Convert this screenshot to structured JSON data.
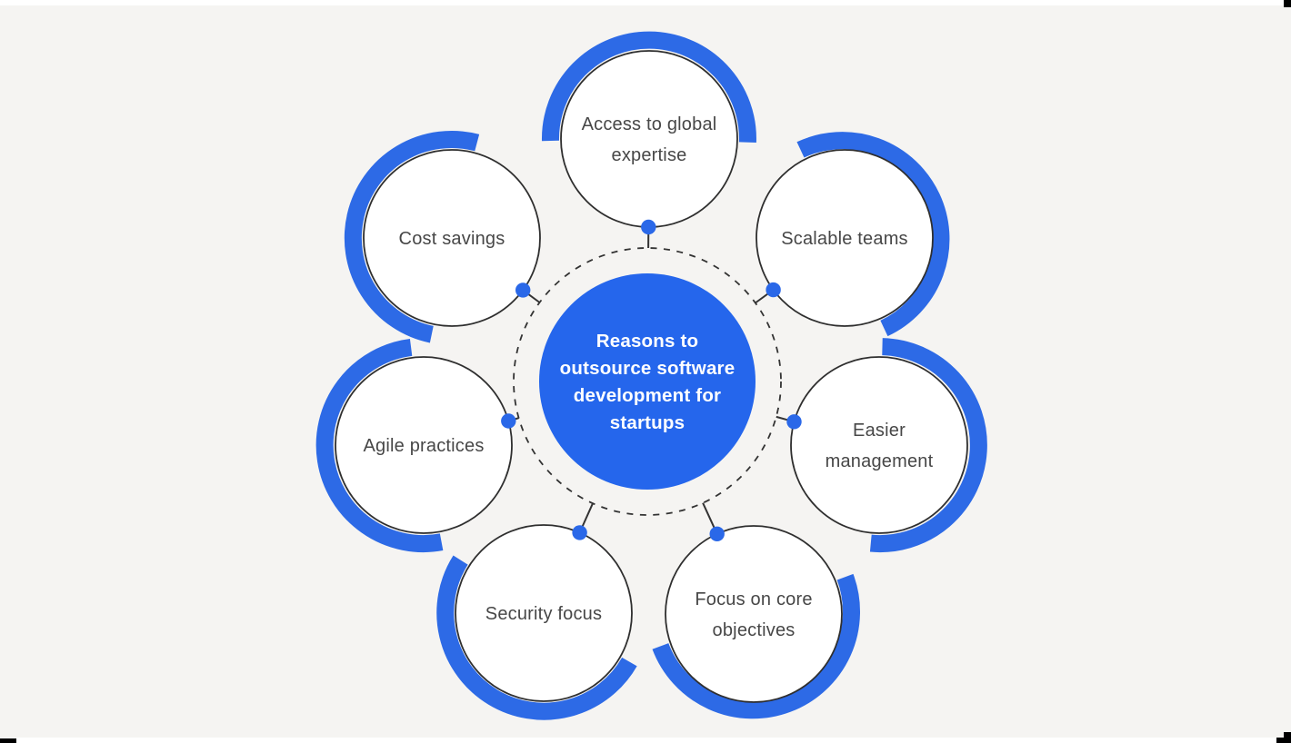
{
  "title": "Reasons to outsource software development for startups",
  "colors": {
    "background": "#f5f4f2",
    "hub_fill": "#2566ec",
    "arc_blue": "#2d6ae6",
    "dot_blue": "#2a68e8",
    "node_fill": "#ffffff",
    "node_border": "#2f2f2f",
    "node_text": "#474747",
    "hub_text": "#ffffff",
    "connector": "#333333",
    "orbit_dash": "#333333"
  },
  "hub": {
    "label": "Reasons to outsource software development for startups",
    "lines": [
      "Reasons to",
      "outsource software",
      "development for",
      "startups"
    ]
  },
  "nodes": [
    {
      "label": "Access to global expertise",
      "lines": [
        "Access to global",
        "expertise"
      ]
    },
    {
      "label": "Scalable teams",
      "lines": [
        "Scalable teams"
      ]
    },
    {
      "label": "Easier management",
      "lines": [
        "Easier",
        "management"
      ]
    },
    {
      "label": "Focus on core objectives",
      "lines": [
        "Focus on core",
        "objectives"
      ]
    },
    {
      "label": "Security focus",
      "lines": [
        "Security focus"
      ]
    },
    {
      "label": "Agile practices",
      "lines": [
        "Agile practices"
      ]
    },
    {
      "label": "Cost savings",
      "lines": [
        "Cost savings"
      ]
    }
  ]
}
